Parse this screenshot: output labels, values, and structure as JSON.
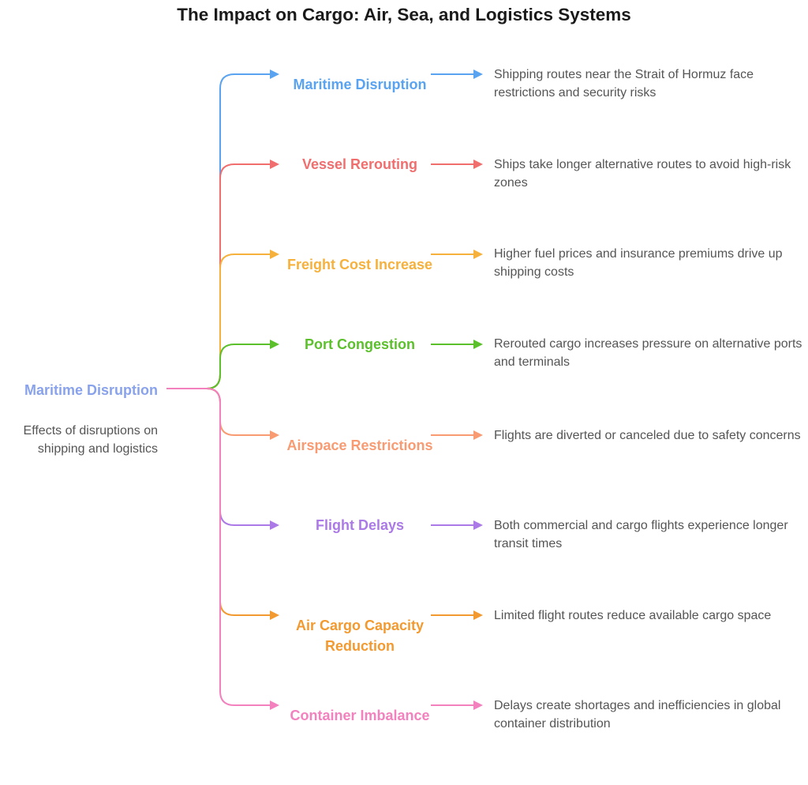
{
  "title": "The Impact on Cargo: Air, Sea, and Logistics Systems",
  "root": {
    "label": "Maritime Disruption",
    "description": "Effects of disruptions on shipping and logistics",
    "color": "#89a2ec"
  },
  "branches": [
    {
      "label": "Maritime Disruption",
      "description": "Shipping routes near the Strait of Hormuz face restrictions and security risks",
      "color": "#5aa3f0"
    },
    {
      "label": "Vessel Rerouting",
      "description": "Ships take longer alternative routes to avoid high-risk zones",
      "color": "#f06e6e"
    },
    {
      "label": "Freight Cost Increase",
      "description": "Higher fuel prices and insurance premiums drive up shipping costs",
      "color": "#f6b13c"
    },
    {
      "label": "Port Congestion",
      "description": "Rerouted cargo increases pressure on alternative ports and terminals",
      "color": "#5cc02c"
    },
    {
      "label": "Airspace Restrictions",
      "description": "Flights are diverted or canceled due to safety concerns",
      "color": "#f89b72"
    },
    {
      "label": "Flight Delays",
      "description": "Both commercial and cargo flights experience longer transit times",
      "color": "#ab7ae6"
    },
    {
      "label": "Air Cargo Capacity Reduction",
      "description": "Limited flight routes reduce available cargo space",
      "color": "#f29a30"
    },
    {
      "label": "Container Imbalance",
      "description": "Delays create shortages and inefficiencies in global container distribution",
      "color": "#f281be"
    }
  ]
}
